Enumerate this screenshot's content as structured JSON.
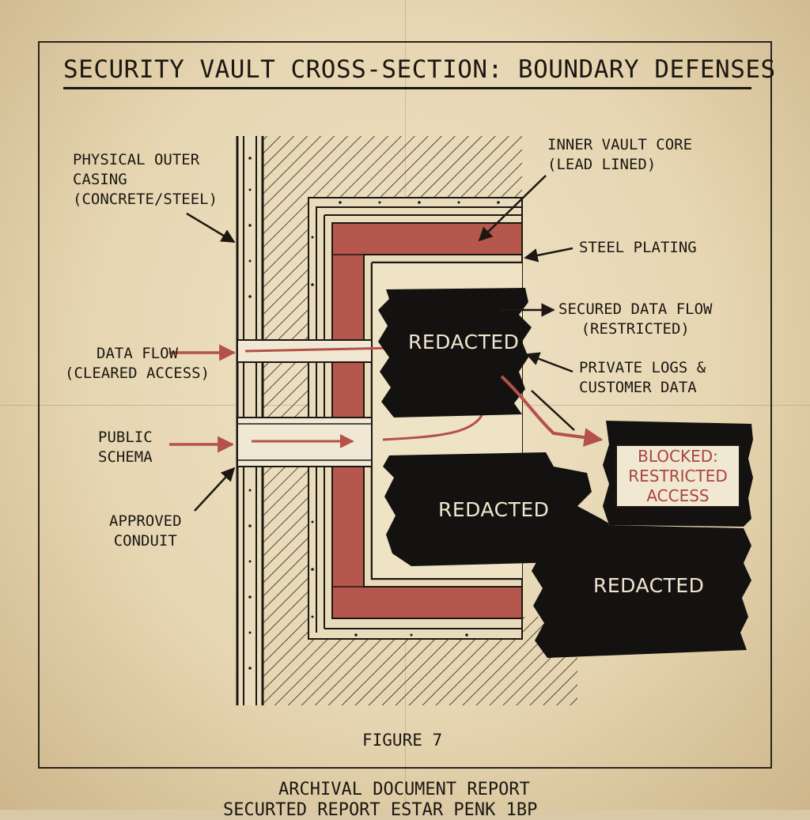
{
  "title": "SECURITY VAULT CROSS-SECTION: BOUNDARY DEFENSES",
  "labels": {
    "outer_casing": [
      "PHYSICAL OUTER",
      "CASING",
      "(CONCRETE/STEEL)"
    ],
    "inner_core": [
      "INNER VAULT CORE",
      "(LEAD LINED)"
    ],
    "steel_plating": "STEEL PLATING",
    "secured_flow": [
      "SECURED DATA FLOW",
      "(RESTRICTED)"
    ],
    "private_logs": [
      "PRIVATE LOGS &",
      "CUSTOMER DATA"
    ],
    "data_flow": [
      "DATA FLOW",
      "(CLEARED ACCESS)"
    ],
    "public_schema": [
      "PUBLIC",
      "SCHEMA"
    ],
    "approved_conduit": [
      "APPROVED",
      "CONDUIT"
    ]
  },
  "redactions": [
    "REDACTED",
    "REDACTED",
    "REDACTED"
  ],
  "blocked": "BLOCKED:\nRESTRICTED\nACCESS",
  "figure": "FIGURE 7",
  "footer": {
    "line1": "ARCHIVAL DOCUMENT REPORT",
    "line2": "SECURTED REPORT  ESTAR  PENK  1BP"
  },
  "colors": {
    "paper": "#e6d6b2",
    "ink": "#1c1712",
    "brick": "#b5574c",
    "arrow_red": "#b4514a",
    "redaction": "#141210"
  }
}
